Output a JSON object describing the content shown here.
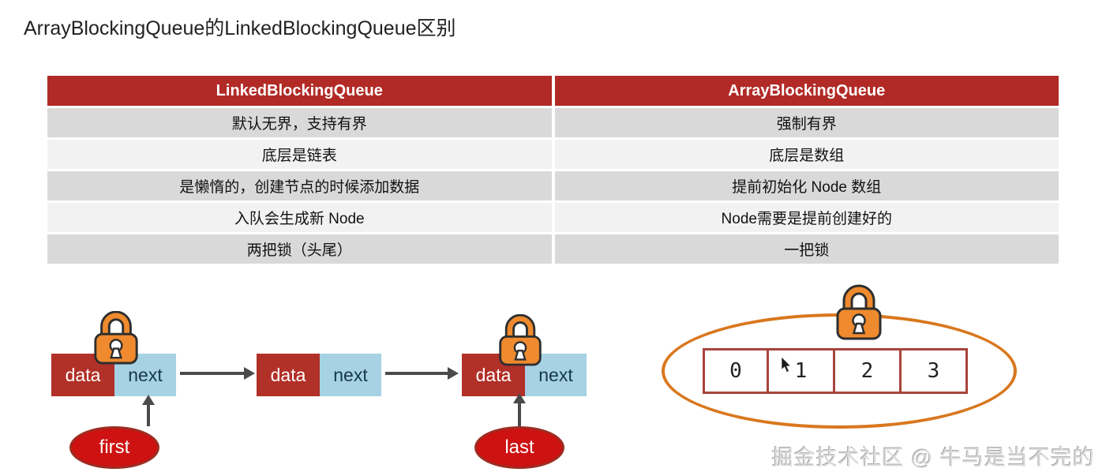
{
  "page": {
    "title": "ArrayBlockingQueue的LinkedBlockingQueue区别",
    "watermark": "掘金技术社区 @ 牛马是当不完的"
  },
  "table": {
    "headers": [
      "LinkedBlockingQueue",
      "ArrayBlockingQueue"
    ],
    "rows": [
      [
        "默认无界，支持有界",
        "强制有界"
      ],
      [
        "底层是链表",
        "底层是数组"
      ],
      [
        "是懒惰的，创建节点的时候添加数据",
        "提前初始化 Node 数组"
      ],
      [
        "入队会生成新 Node",
        "Node需要是提前创建好的"
      ],
      [
        "两把锁（头尾）",
        "一把锁"
      ]
    ],
    "colors": {
      "header_bg": "#b22a26",
      "header_text": "#ffffff",
      "row_dark": "#d9d9d9",
      "row_light": "#f2f2f2"
    }
  },
  "linked_list": {
    "nodes": [
      {
        "data_label": "data",
        "next_label": "next",
        "has_lock": true
      },
      {
        "data_label": "data",
        "next_label": "next",
        "has_lock": false
      },
      {
        "data_label": "data",
        "next_label": "next",
        "has_lock": true
      }
    ],
    "pointers": {
      "first": "first",
      "last": "last"
    },
    "colors": {
      "data_bg": "#b13028",
      "next_bg": "#a6d2e4",
      "next_text": "#17374e",
      "pointer_fill": "#ce1111",
      "arrow": "#4a4a4a"
    }
  },
  "array_diagram": {
    "cells": [
      "0",
      "1",
      "2",
      "3"
    ],
    "colors": {
      "cell_border": "#a8443c",
      "ellipse_stroke": "#d9771e",
      "lock_fill": "#ef8a2e"
    }
  },
  "icons": {
    "lock": "padlock-icon",
    "cursor": "mouse-cursor-icon"
  }
}
